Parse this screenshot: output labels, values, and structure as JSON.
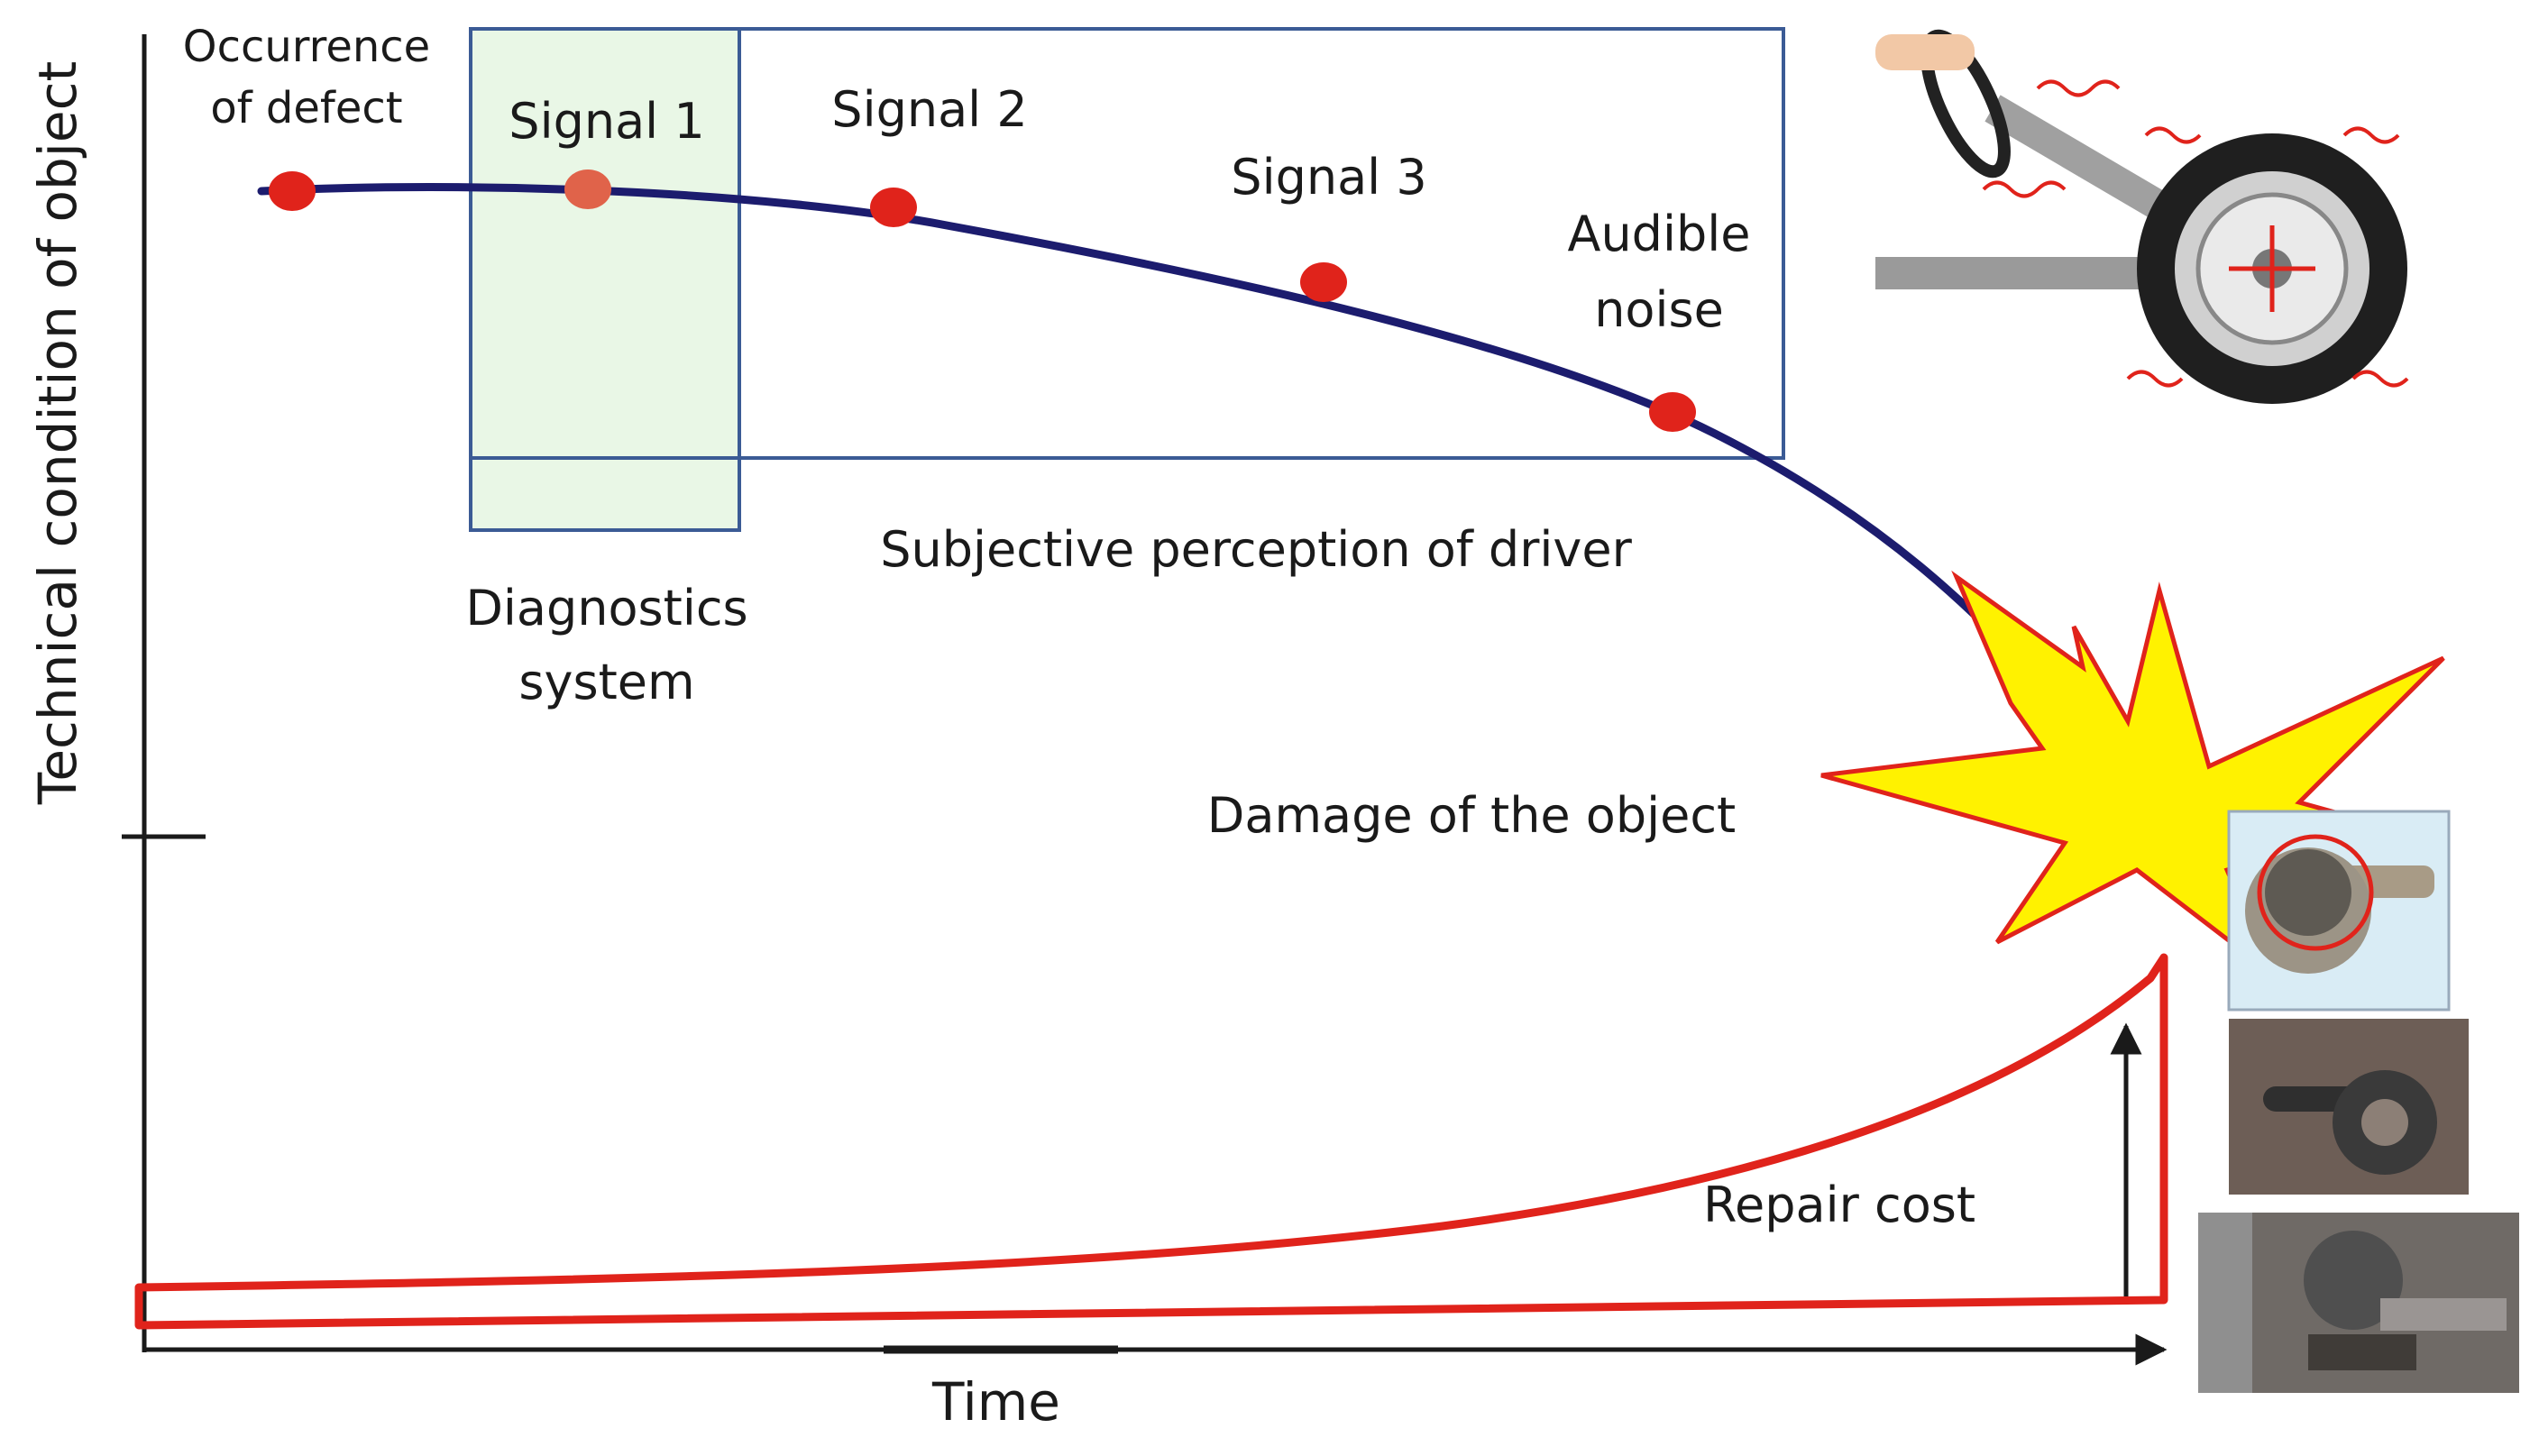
{
  "axes": {
    "y_label": "Technical condition of object",
    "x_label": "Time"
  },
  "annotations": {
    "occurrence_line1": "Occurrence",
    "occurrence_line2": "of defect",
    "signal1": "Signal 1",
    "signal2": "Signal 2",
    "signal3": "Signal 3",
    "audible_line1": "Audible",
    "audible_line2": "noise",
    "subjective": "Subjective perception of driver",
    "diag_line1": "Diagnostics",
    "diag_line2": "system",
    "damage": "Damage of the object",
    "repair": "Repair cost"
  },
  "colors": {
    "condition_curve": "#1c1c6e",
    "signal_dot": "#e0231b",
    "signal1_dot": "#e0634a",
    "cost_curve": "#e0231b",
    "box_border": "#3b5b95",
    "diagnostics_fill": "#e9f7e6",
    "explosion_fill": "#fff200",
    "explosion_stroke": "#e0231b",
    "axis": "#1a1a1a"
  },
  "icons": {
    "wheel_illustration": "steering-wheel-and-tire-vibration-icon",
    "explosion": "explosion-burst-icon",
    "photo1": "ball-joint-damage-photo",
    "photo2": "tie-rod-end-photo",
    "photo3": "wheel-suspension-photo"
  }
}
